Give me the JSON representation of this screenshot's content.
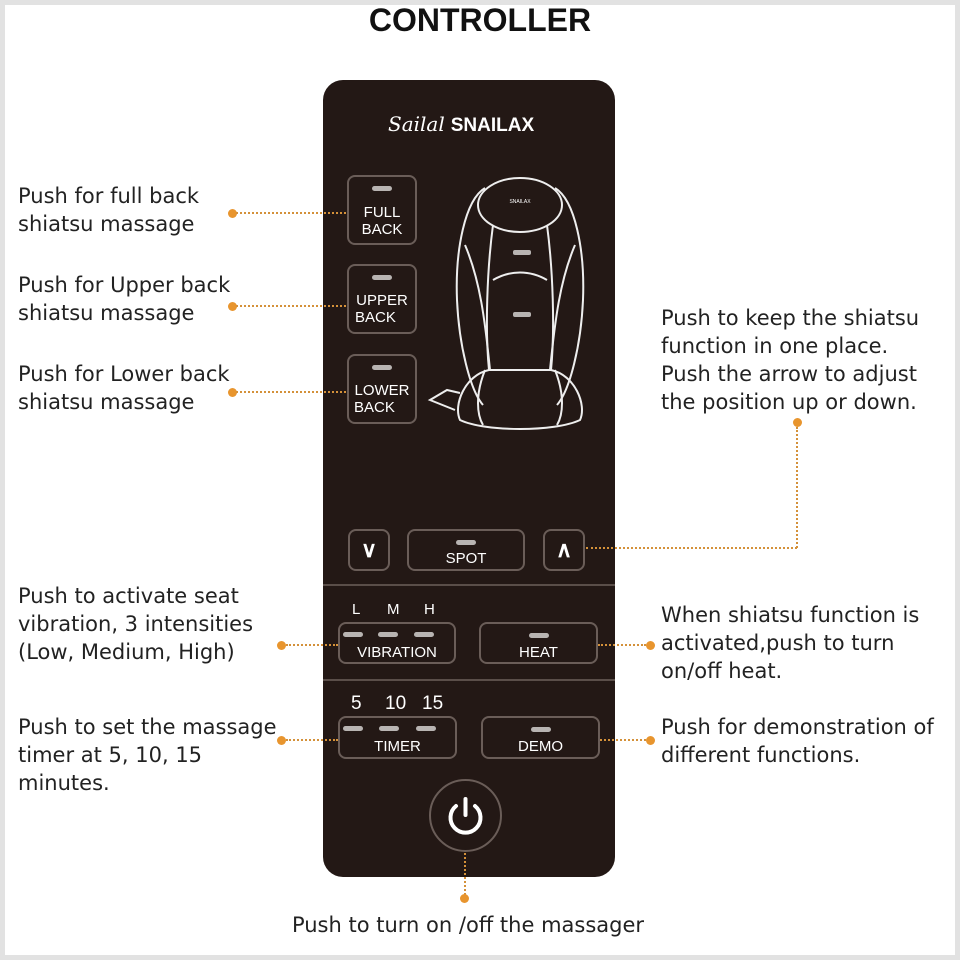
{
  "title": "CONTROLLER",
  "brand": {
    "name": "SNAILAX",
    "script": "Sailal"
  },
  "buttons": {
    "full_back": [
      "FULL",
      "BACK"
    ],
    "upper_back": [
      "UPPER",
      "BACK"
    ],
    "lower_back": [
      "LOWER",
      "BACK"
    ],
    "spot": "SPOT",
    "vibration": "VIBRATION",
    "heat": "HEAT",
    "timer": "TIMER",
    "demo": "DEMO"
  },
  "vibration_levels": [
    "L",
    "M",
    "H"
  ],
  "timer_levels": [
    "5",
    "10",
    "15"
  ],
  "notes": {
    "full_back": "Push for full back\nshiatsu massage",
    "upper_back": "Push for Upper back\nshiatsu massage",
    "lower_back": "Push for Lower back\nshiatsu massage",
    "spot": "Push to keep the shiatsu\nfunction in one place.\nPush the arrow to adjust\nthe position up or down.",
    "vibration": "Push to activate seat\nvibration, 3 intensities\n(Low, Medium, High)",
    "heat": "When shiatsu function is\nactivated,push to turn\non/off heat.",
    "timer": "Push to set the massage\ntimer at 5, 10, 15\nminutes.",
    "demo": "Push for demonstration of\ndifferent functions.",
    "power": "Push to turn on /off the massager"
  },
  "colors": {
    "panel": "#231815",
    "accent": "#e8952e"
  }
}
